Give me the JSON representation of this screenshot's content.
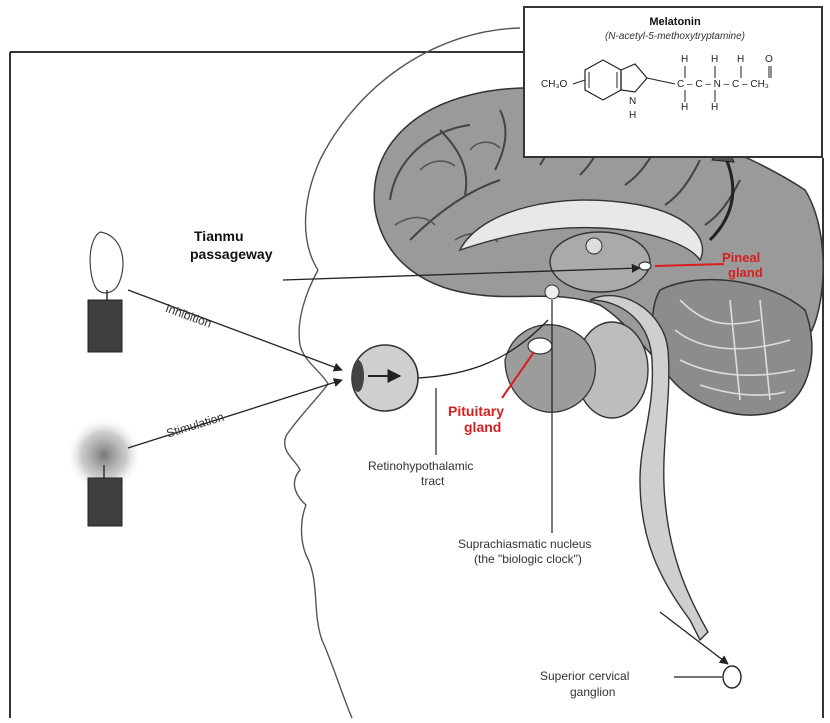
{
  "melatonin": {
    "title": "Melatonin",
    "subtitle": "(N-acetyl-5-methoxytryptamine)",
    "group_label": "CH₃O",
    "nh": "N",
    "nh_h": "H",
    "h_top_1": "H",
    "h_top_2": "H",
    "h_top_3": "H",
    "o_top": "O",
    "chain": "C – C – N – C – CH₃",
    "h_bottom_1": "H",
    "h_bottom_2": "H"
  },
  "labels": {
    "tianmu": "Tianmu",
    "passageway": "passageway",
    "inhibition": "Inhibition",
    "stimulation": "Stimulation",
    "pineal_1": "Pineal",
    "pineal_2": "gland",
    "pituitary_1": "Pituitary",
    "pituitary_2": "gland",
    "retino_1": "Retinohypothalamic",
    "retino_2": "tract",
    "scn_1": "Suprachiasmatic nucleus",
    "scn_2": "(the \"biologic clock\")",
    "ganglion_1": "Superior cervical",
    "ganglion_2": "ganglion"
  },
  "colors": {
    "highlight": "#d81e1e",
    "line": "#222222",
    "brain_fill": "#8a8a8a"
  }
}
